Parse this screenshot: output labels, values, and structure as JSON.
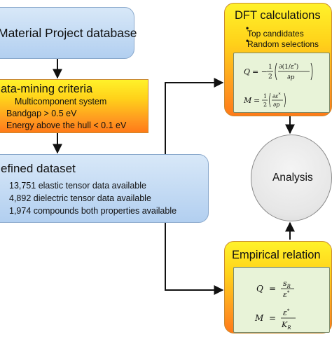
{
  "boxes": {
    "database": {
      "title": "Material Project database"
    },
    "criteria": {
      "title": "ata-mining criteria",
      "items": [
        "Multicomponent system",
        "Bandgap > 0.5 eV",
        "Energy above the hull < 0.1 eV"
      ]
    },
    "dataset": {
      "title": "efined dataset",
      "items": [
        "13,751 elastic tensor data available",
        "4,892 dielectric tensor data available",
        "1,974 compounds both properties available"
      ]
    },
    "dft": {
      "title": "DFT calculations",
      "bullets": [
        "Top candidates",
        "Random selections"
      ],
      "bullet_marker": "•"
    },
    "analysis": {
      "label": "Analysis"
    },
    "empirical": {
      "title": "Empirical relation"
    }
  },
  "colors": {
    "blue_box": "#b2cff0",
    "orange_box": "#ff9a20",
    "math_panel": "#e8f3d8",
    "arrow": "#111111"
  }
}
